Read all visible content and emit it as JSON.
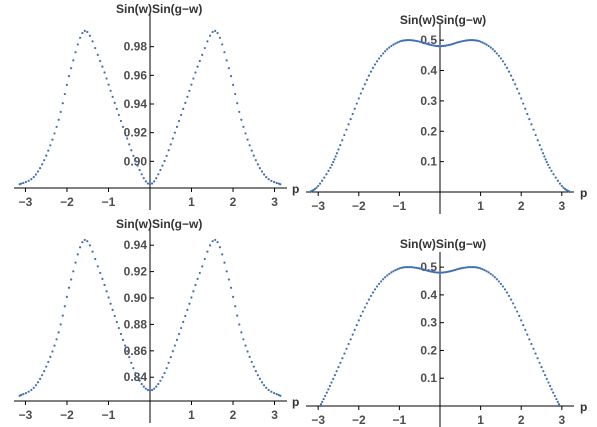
{
  "chart_data": [
    {
      "type": "scatter",
      "xlabel": "p",
      "ylabel": "Sin(w)Sin(g−w)",
      "xlim": [
        -3.3,
        3.3
      ],
      "ylim": [
        0.8814,
        1.0
      ],
      "xticks": [
        -3,
        -2,
        -1,
        1,
        2,
        3
      ],
      "yticks": [
        0.9,
        0.92,
        0.94,
        0.96,
        0.98
      ],
      "ytick_labels": [
        "0.90",
        "0.92",
        "0.94",
        "0.96",
        "0.98"
      ],
      "series_color": "#3f6fb0",
      "series": [
        {
          "x": [
            -3.14,
            -2.8,
            -2.5,
            -2.2,
            -1.9,
            -1.57,
            -1.2,
            -0.9,
            -0.6,
            -0.3,
            0,
            0.3,
            0.6,
            0.9,
            1.2,
            1.57,
            1.9,
            2.2,
            2.5,
            2.8,
            3.14
          ],
          "y": [
            0.884,
            0.889,
            0.904,
            0.929,
            0.965,
            0.991,
            0.97,
            0.945,
            0.92,
            0.897,
            0.884,
            0.897,
            0.92,
            0.945,
            0.97,
            0.991,
            0.965,
            0.929,
            0.904,
            0.889,
            0.884
          ]
        }
      ]
    },
    {
      "type": "scatter",
      "xlabel": "p",
      "ylabel": "Sin(w)Sin(g−w)",
      "xlim": [
        -3.3,
        3.3
      ],
      "ylim": [
        0.0,
        0.54
      ],
      "xticks": [
        -3,
        -2,
        -1,
        1,
        2,
        3
      ],
      "yticks": [
        0.1,
        0.2,
        0.3,
        0.4,
        0.5
      ],
      "ytick_labels": [
        "0.1",
        "0.2",
        "0.3",
        "0.4",
        "0.5"
      ],
      "series_color": "#3f6fb0",
      "series": [
        {
          "x": [
            -3.2,
            -3.0,
            -2.7,
            -2.5,
            -2.2,
            -1.9,
            -1.6,
            -1.3,
            -1.0,
            -0.75,
            -0.5,
            -0.25,
            0,
            0.25,
            0.5,
            0.75,
            1.0,
            1.3,
            1.6,
            1.9,
            2.2,
            2.5,
            2.7,
            3.0,
            3.2
          ],
          "y": [
            0.0,
            0.02,
            0.08,
            0.14,
            0.24,
            0.34,
            0.42,
            0.47,
            0.495,
            0.5,
            0.495,
            0.485,
            0.48,
            0.485,
            0.495,
            0.5,
            0.495,
            0.47,
            0.42,
            0.34,
            0.24,
            0.14,
            0.08,
            0.02,
            0.0
          ]
        }
      ]
    },
    {
      "type": "scatter",
      "xlabel": "p",
      "ylabel": "Sin(w)Sin(g−w)",
      "xlim": [
        -3.3,
        3.3
      ],
      "ylim": [
        0.822,
        0.95
      ],
      "xticks": [
        -3,
        -2,
        -1,
        1,
        2,
        3
      ],
      "yticks": [
        0.84,
        0.86,
        0.88,
        0.9,
        0.92,
        0.94
      ],
      "ytick_labels": [
        "0.84",
        "0.86",
        "0.88",
        "0.90",
        "0.92",
        "0.94"
      ],
      "series_color": "#3f6fb0",
      "series": [
        {
          "x": [
            -3.14,
            -2.8,
            -2.5,
            -2.2,
            -1.9,
            -1.57,
            -1.2,
            -0.9,
            -0.6,
            -0.3,
            0,
            0.3,
            0.6,
            0.9,
            1.2,
            1.57,
            1.9,
            2.2,
            2.5,
            2.8,
            3.14
          ],
          "y": [
            0.826,
            0.832,
            0.848,
            0.874,
            0.914,
            0.944,
            0.919,
            0.891,
            0.864,
            0.84,
            0.83,
            0.84,
            0.864,
            0.891,
            0.919,
            0.944,
            0.914,
            0.874,
            0.848,
            0.832,
            0.826
          ]
        }
      ]
    },
    {
      "type": "scatter",
      "xlabel": "p",
      "ylabel": "Sin(w)Sin(g−w)",
      "xlim": [
        -3.3,
        3.3
      ],
      "ylim": [
        0.0,
        0.54
      ],
      "xticks": [
        -3,
        -2,
        -1,
        1,
        2,
        3
      ],
      "yticks": [
        0.1,
        0.2,
        0.3,
        0.4,
        0.5
      ],
      "ytick_labels": [
        "0.1",
        "0.2",
        "0.3",
        "0.4",
        "0.5"
      ],
      "series_color": "#3f6fb0",
      "series": [
        {
          "x": [
            -2.95,
            -2.75,
            -2.5,
            -2.2,
            -1.9,
            -1.6,
            -1.3,
            -1.0,
            -0.75,
            -0.5,
            -0.25,
            0,
            0.25,
            0.5,
            0.75,
            1.0,
            1.3,
            1.6,
            1.9,
            2.2,
            2.5,
            2.75,
            2.95
          ],
          "y": [
            0.0,
            0.06,
            0.14,
            0.24,
            0.34,
            0.42,
            0.47,
            0.495,
            0.5,
            0.495,
            0.485,
            0.48,
            0.485,
            0.495,
            0.5,
            0.495,
            0.47,
            0.42,
            0.34,
            0.24,
            0.14,
            0.06,
            0.0
          ]
        }
      ]
    }
  ]
}
